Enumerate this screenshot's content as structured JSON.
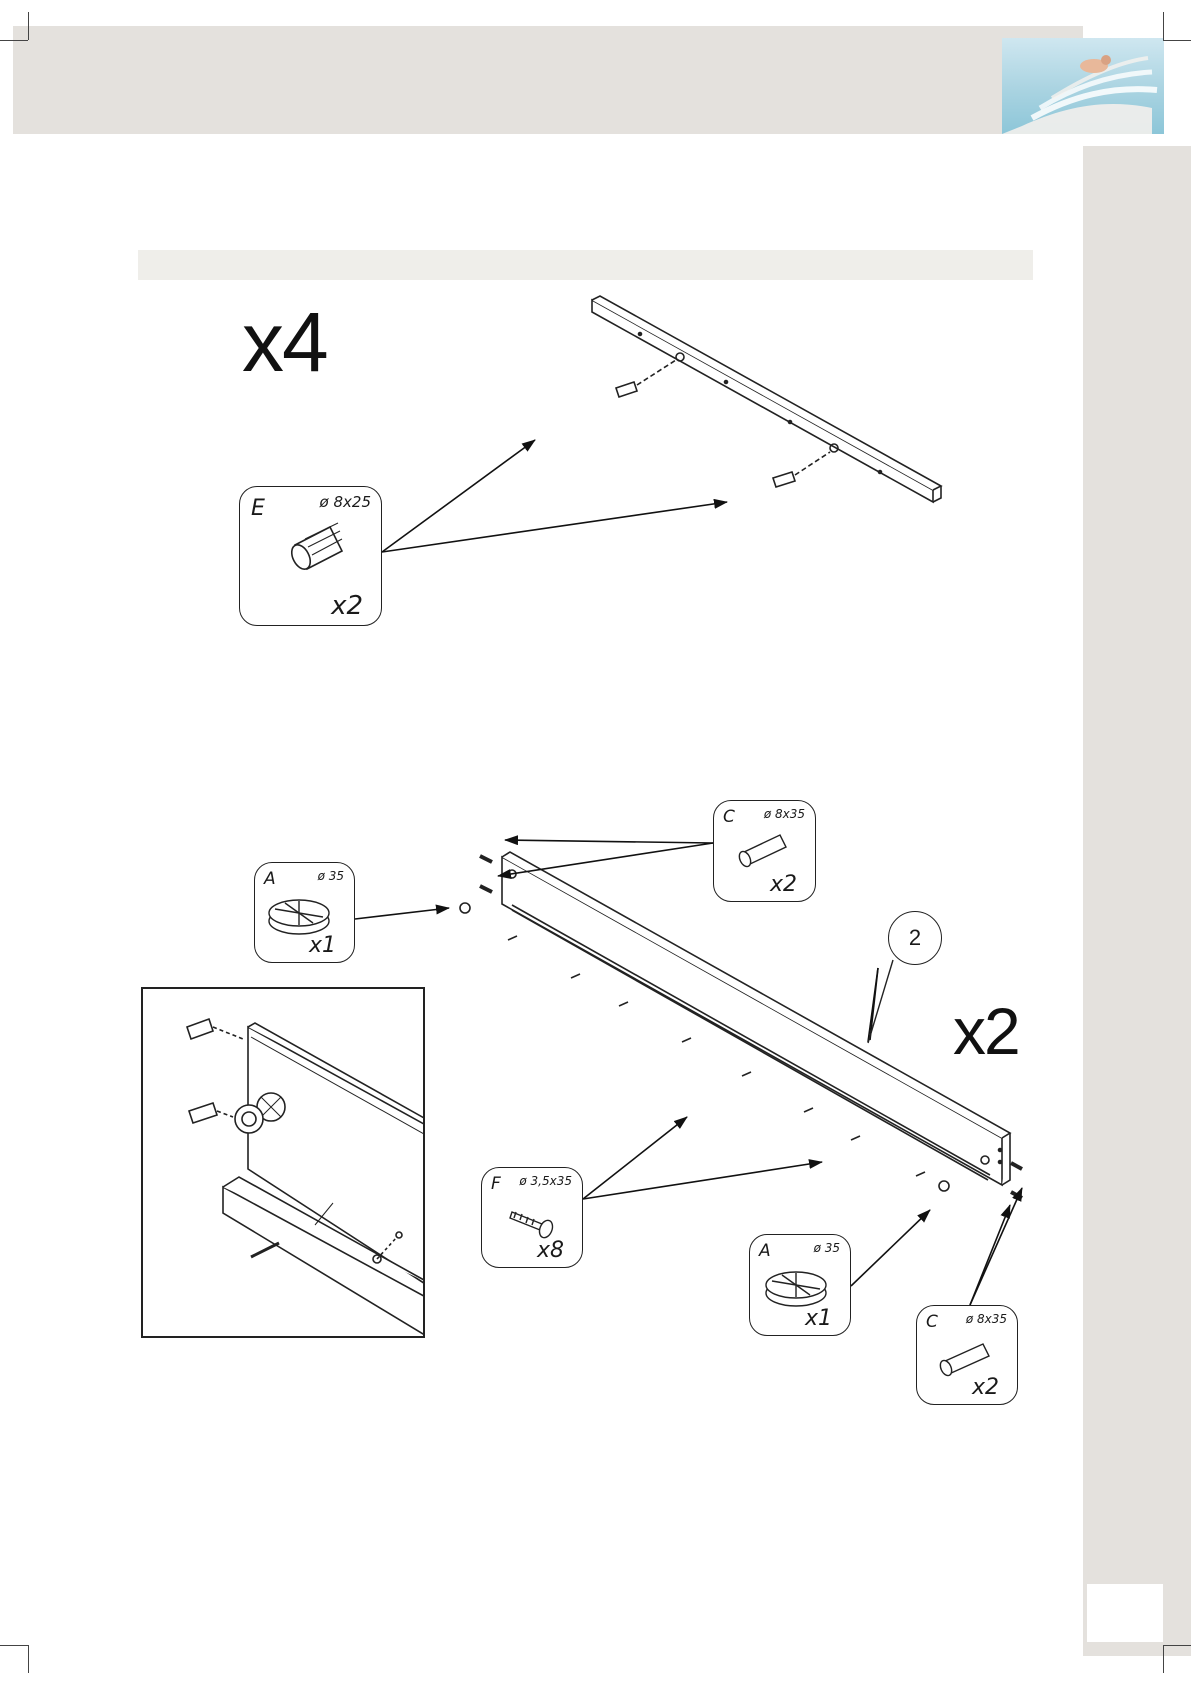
{
  "step_top": {
    "multiplier": "x4",
    "part_e": {
      "letter": "E",
      "dimension": "ø 8x25",
      "quantity": "x2"
    }
  },
  "step_bottom": {
    "multiplier": "x2",
    "component_number": "2",
    "part_a_left": {
      "letter": "A",
      "dimension": "ø 35",
      "quantity": "x1"
    },
    "part_c_top": {
      "letter": "C",
      "dimension": "ø 8x35",
      "quantity": "x2"
    },
    "part_f": {
      "letter": "F",
      "dimension": "ø 3,5x35",
      "quantity": "x8"
    },
    "part_a_right": {
      "letter": "A",
      "dimension": "ø 35",
      "quantity": "x1"
    },
    "part_c_bottom": {
      "letter": "C",
      "dimension": "ø 8x35",
      "quantity": "x2"
    }
  },
  "colors": {
    "header_band": "#e4e1dd",
    "step_bar": "#efeeea",
    "line": "#222222"
  }
}
